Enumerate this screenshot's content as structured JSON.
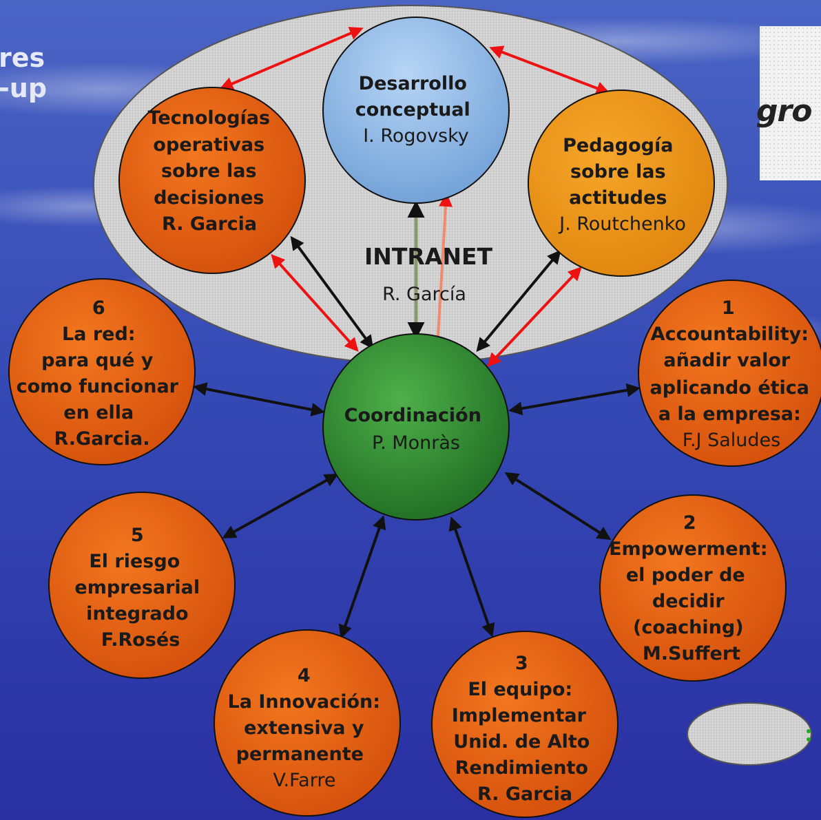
{
  "corner_lines": [
    "res",
    "-up"
  ],
  "logo_text": "gro",
  "intranet": {
    "title": "INTRANET",
    "author": "R. García"
  },
  "nodes": {
    "center": {
      "lines": [
        "Coordinación"
      ],
      "author": "P. Monràs"
    },
    "desarrollo": {
      "lines": [
        "Desarrollo",
        "conceptual"
      ],
      "author": "I. Rogovsky"
    },
    "tecnologias": {
      "lines": [
        "Tecnologías",
        "operativas",
        "sobre las",
        "decisiones",
        "R. Garcia"
      ],
      "author": ""
    },
    "pedagogia": {
      "lines": [
        "Pedagogía",
        "sobre las",
        "actitudes"
      ],
      "author": "J. Routchenko"
    },
    "n1": {
      "lines": [
        "1",
        "Accountability:",
        "añadir valor",
        "aplicando ética",
        "a la empresa:"
      ],
      "author": "F.J Saludes"
    },
    "n2": {
      "lines": [
        "2",
        "Empowerment:",
        "el poder de",
        "decidir",
        "(coaching)",
        "M.Suffert"
      ],
      "author": ""
    },
    "n3": {
      "lines": [
        "3",
        "El equipo:",
        "Implementar",
        "Unid. de Alto",
        "Rendimiento",
        "R. Garcia"
      ],
      "author": ""
    },
    "n4": {
      "lines": [
        "4",
        "La Innovación:",
        "extensiva y",
        "permanente"
      ],
      "author": "V.Farre"
    },
    "n5": {
      "lines": [
        "5",
        "El riesgo",
        "empresarial",
        "integrado",
        "F.Rosés"
      ],
      "author": ""
    },
    "n6": {
      "lines": [
        "6",
        "La red:",
        "para qué y",
        "como funcionar",
        "en ella",
        "R.Garcia."
      ],
      "author": ""
    }
  },
  "colors": {
    "background_top": "#3a4fb6",
    "background_bottom": "#2a34a6",
    "ellipse_fill": "#d8d8d8",
    "orange_node": "#e35b10",
    "orange_node_light": "#f07a22",
    "pedagogia_node": "#f29a1a",
    "blue_node": "#8fb8e6",
    "green_node": "#2f8f2f",
    "black_arrow": "#111111",
    "red_arrow": "#ee1111",
    "node_text": "#1a1a1a"
  }
}
